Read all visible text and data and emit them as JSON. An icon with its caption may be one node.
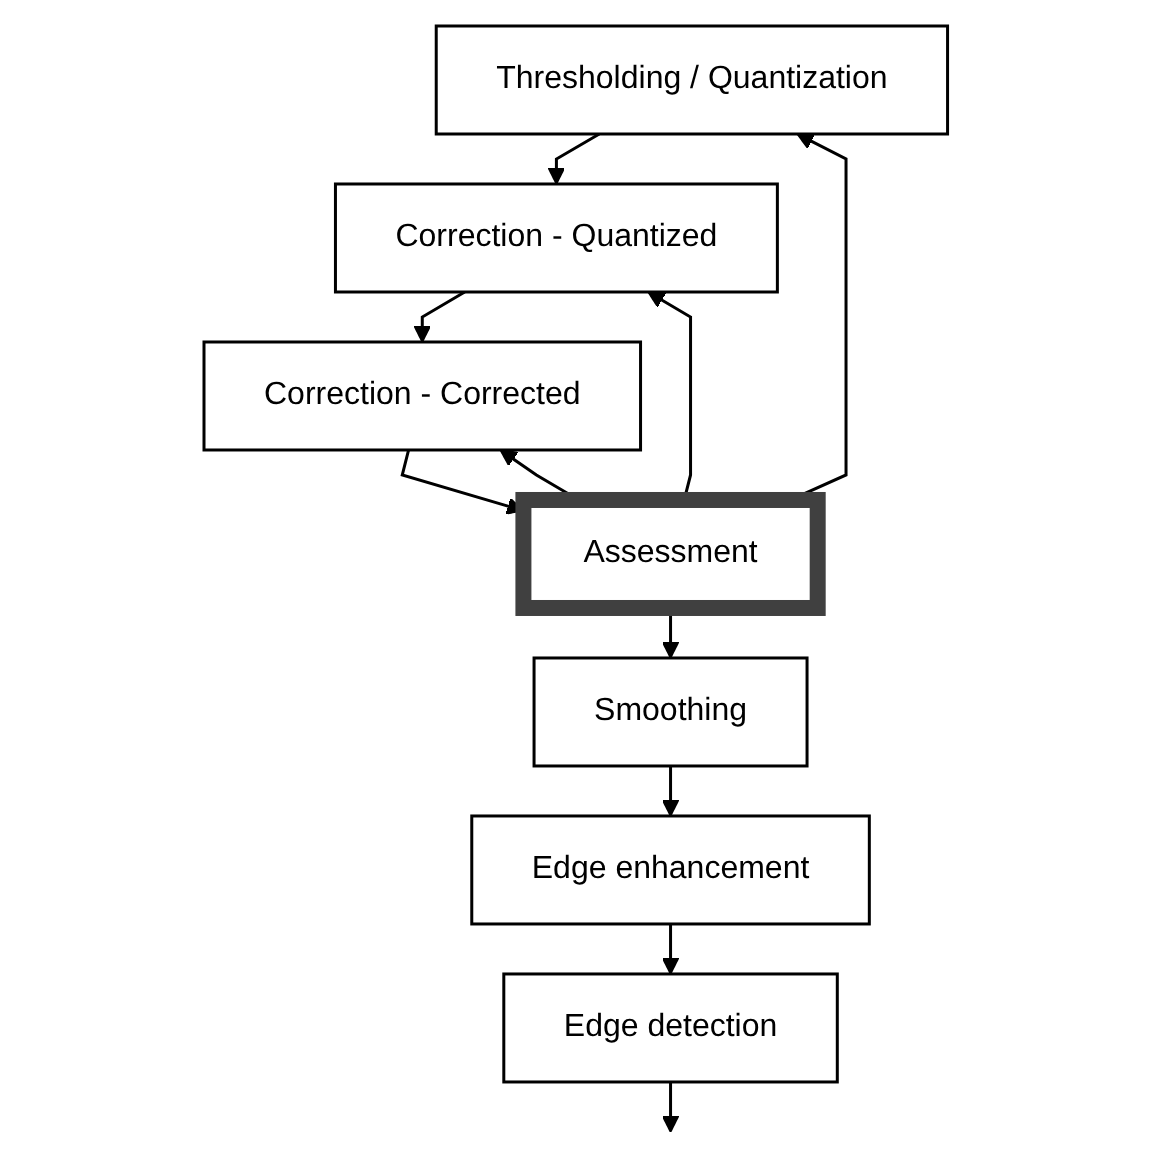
{
  "diagram": {
    "nodes": [
      {
        "text": [
          "Thresholding / Quantization"
        ]
      },
      {
        "text": [
          "Correction - Quantized"
        ]
      },
      {
        "text": [
          "Correction - Corrected"
        ]
      },
      {
        "text": [
          "Assessment"
        ]
      },
      {
        "text": [
          "Smoothing"
        ]
      },
      {
        "text": [
          "Edge enhancement"
        ]
      },
      {
        "text": [
          "Edge detection"
        ]
      }
    ],
    "edges": [
      {
        "from": 0,
        "to": 1,
        "arrow": "to"
      },
      {
        "from": 1,
        "to": 2,
        "arrow": "to"
      },
      {
        "from": 2,
        "to": 3,
        "arrow": "to"
      },
      {
        "from": 3,
        "to": 4,
        "arrow": "to"
      },
      {
        "from": 4,
        "to": 5,
        "arrow": "to"
      },
      {
        "from": 5,
        "to": 6,
        "arrow": "to"
      },
      {
        "from": 6,
        "to": null,
        "arrow": "to"
      },
      {
        "from": 3,
        "to": 0,
        "arrow": "to"
      },
      {
        "from": 3,
        "to": 1,
        "arrow": "to"
      },
      {
        "from": 3,
        "to": 2,
        "arrow": "to"
      }
    ]
  }
}
